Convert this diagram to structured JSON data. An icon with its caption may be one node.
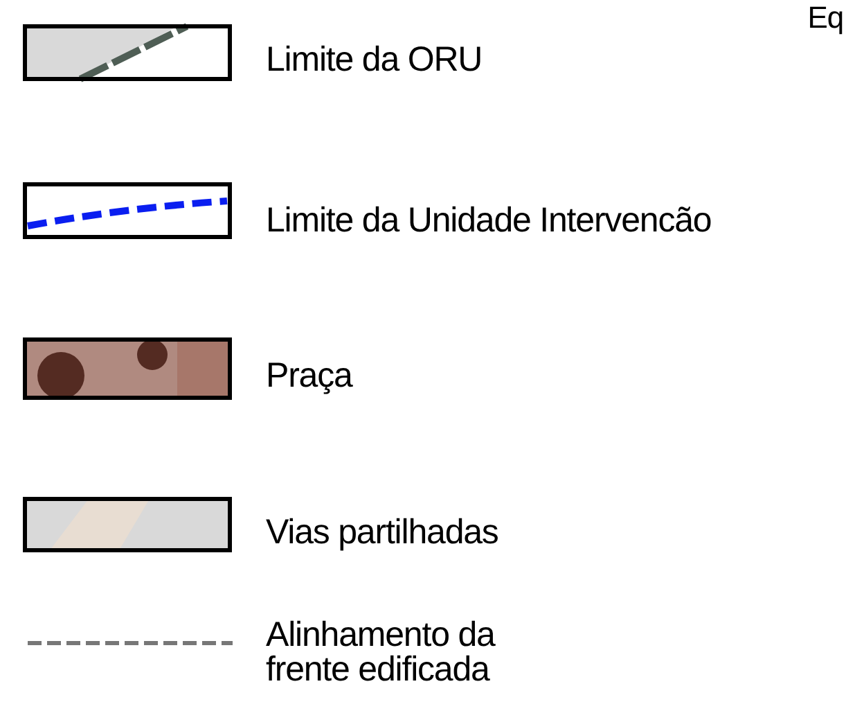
{
  "diagram": {
    "labels": [
      "Eq"
    ],
    "legend": [
      {
        "text": "Limite da ORU"
      },
      {
        "text": "Limite da Unidade Intervencão"
      },
      {
        "text": "Praça"
      },
      {
        "text": "Vias partilhadas"
      },
      {
        "text": "Alinhamento da frente edificada"
      }
    ]
  }
}
